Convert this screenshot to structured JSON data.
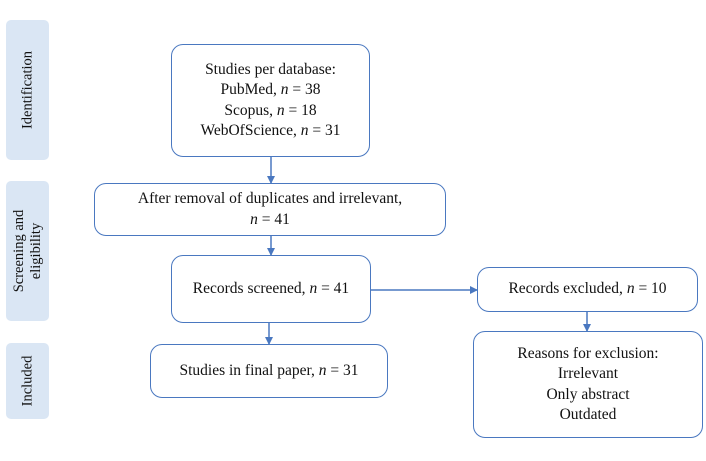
{
  "stages": {
    "identification": "Identification",
    "screening_line1": "Screening and",
    "screening_line2": "eligibility",
    "included": "Included"
  },
  "boxes": {
    "databases": {
      "heading": "Studies per database:",
      "items": [
        {
          "name": "PubMed, ",
          "n_label": "n",
          "value": " = 38"
        },
        {
          "name": "Scopus, ",
          "n_label": "n",
          "value": " = 18"
        },
        {
          "name": "WebOfScience, ",
          "n_label": "n",
          "value": " = 31"
        }
      ]
    },
    "duplicates": {
      "line1": "After removal of duplicates and irrelevant,",
      "n_label": "n",
      "value": " = 41"
    },
    "screened": {
      "text": "Records screened, ",
      "n_label": "n",
      "value": " = 41"
    },
    "excluded": {
      "text": "Records excluded, ",
      "n_label": "n",
      "value": " = 10"
    },
    "final": {
      "text": "Studies in final paper, ",
      "n_label": "n",
      "value": " = 31"
    },
    "reasons": {
      "heading": "Reasons for exclusion:",
      "items": [
        "Irrelevant",
        "Only abstract",
        "Outdated"
      ]
    }
  },
  "colors": {
    "box_border": "#4a78c0",
    "arrow": "#4a78c0",
    "stage_fill": "#dae6f4"
  }
}
